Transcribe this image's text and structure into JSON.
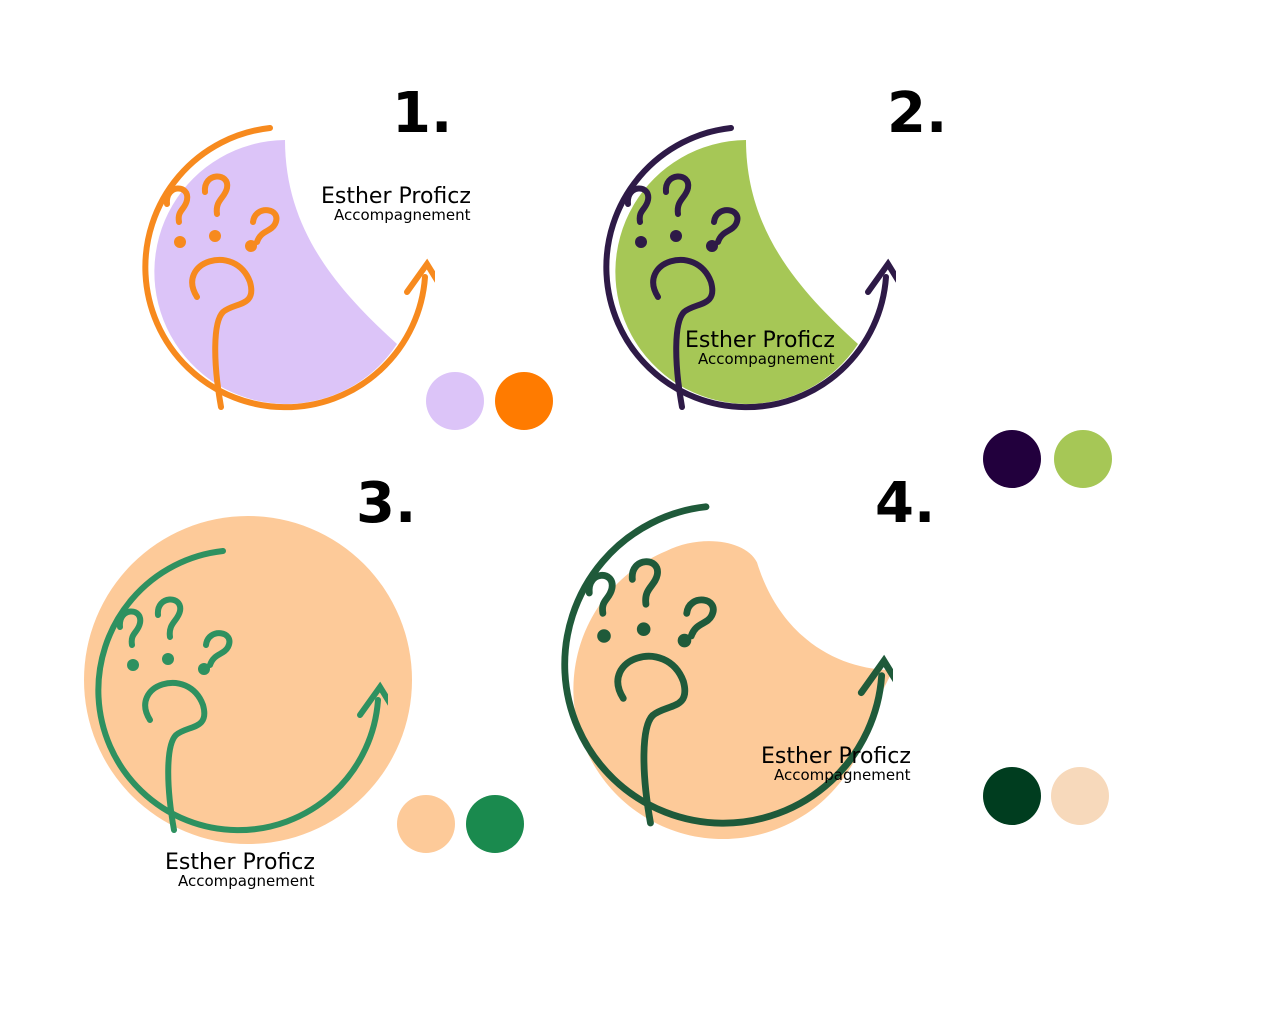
{
  "brand": {
    "name": "Esther Proficz",
    "subtitle": "Accompagnement"
  },
  "variants": [
    {
      "number": "1.",
      "fill": "#dcc4f8",
      "stroke": "#f78a1e",
      "swatches": [
        "#dcc4f8",
        "#ff7b00"
      ]
    },
    {
      "number": "2.",
      "fill": "#a6c756",
      "stroke": "#2e1a47",
      "swatches": [
        "#22003d",
        "#a6c756"
      ]
    },
    {
      "number": "3.",
      "fill": "#fdca99",
      "stroke": "#2e9160",
      "swatches": [
        "#fdca99",
        "#1a8a4e"
      ]
    },
    {
      "number": "4.",
      "fill": "#fdca99",
      "stroke": "#1f5a3a",
      "swatches": [
        "#003d1f",
        "#f7d9bb"
      ]
    }
  ]
}
